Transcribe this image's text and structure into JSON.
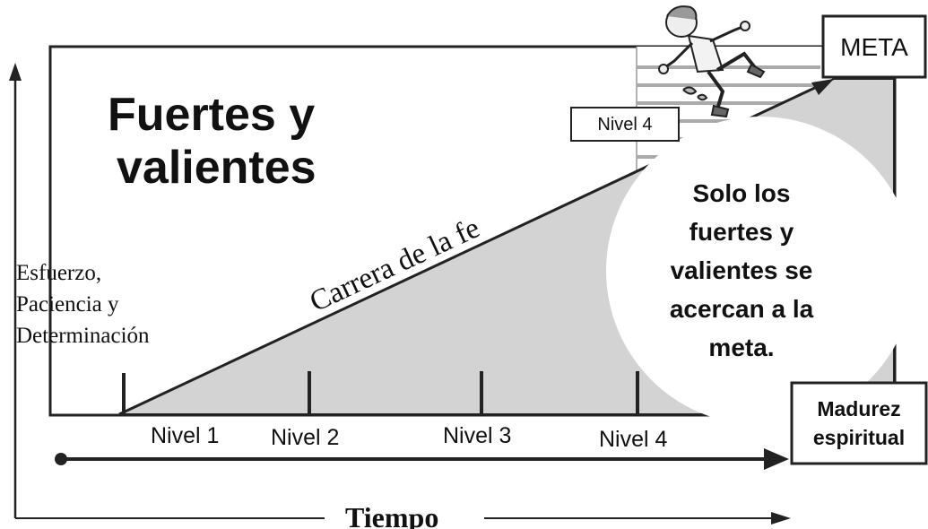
{
  "title": {
    "line1": "Fuertes y",
    "line2": "valientes"
  },
  "diagonal_label": "Carrera de la fe",
  "y_axis_label": {
    "line1": "Esfuerzo,",
    "line2": "Paciencia y",
    "line3": "Determinación"
  },
  "x_axis_label": "Tiempo",
  "goal_label": "META",
  "level_tag": "Nivel 4",
  "circle_text": [
    "Solo los",
    "fuertes y",
    "valientes se",
    "acercan a la",
    "meta."
  ],
  "levels": [
    "Nivel 1",
    "Nivel 2",
    "Nivel 3",
    "Nivel 4"
  ],
  "maturity_label": {
    "line1": "Madurez",
    "line2": "espiritual"
  },
  "colors": {
    "fill": "#d3d3d3",
    "stroke": "#222222",
    "background": "#ffffff",
    "stairs": "#aaaaaa"
  }
}
